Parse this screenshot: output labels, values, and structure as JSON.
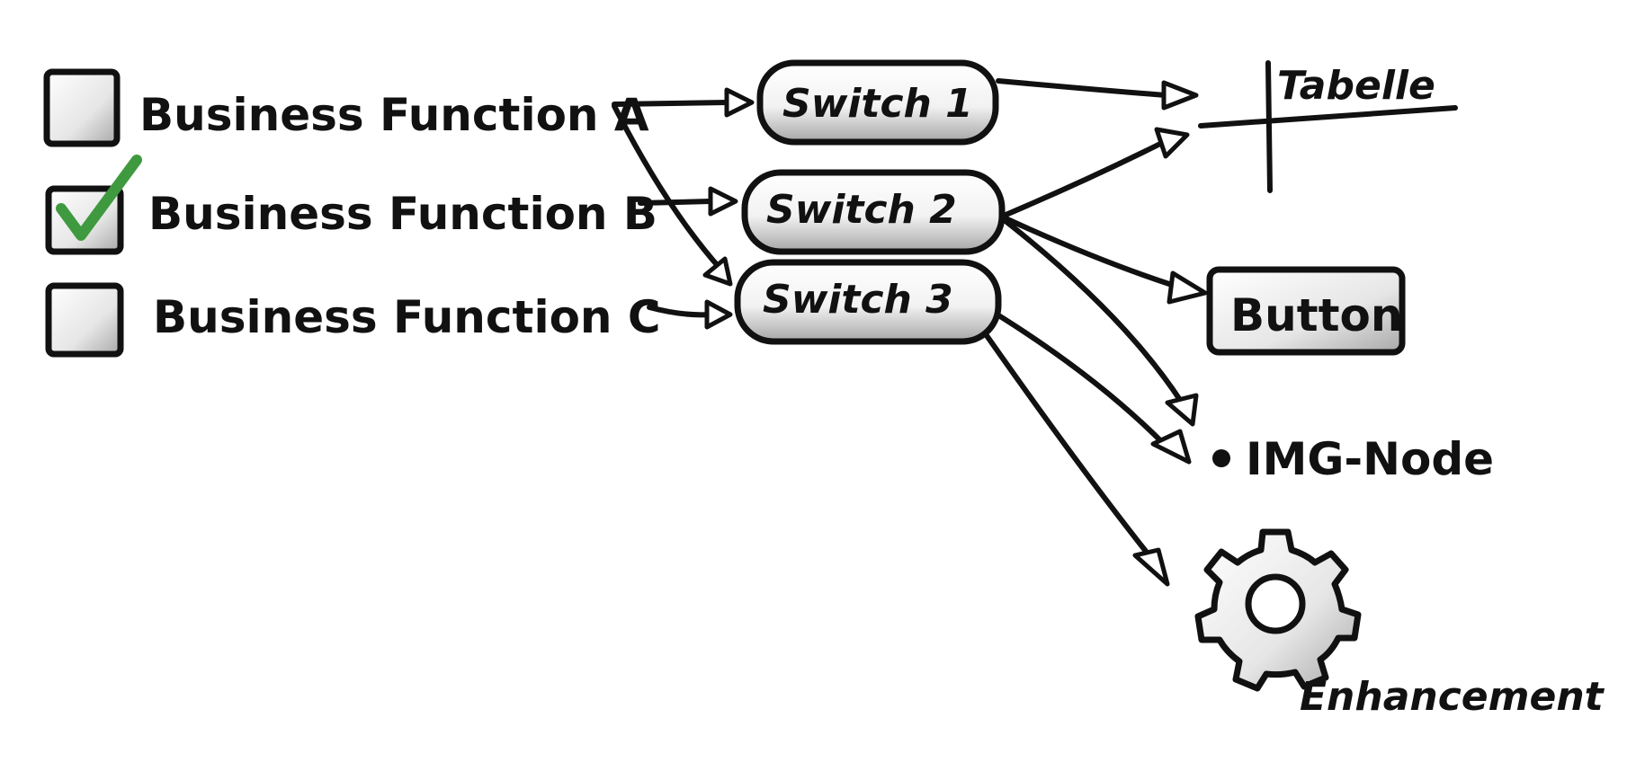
{
  "business_functions": [
    {
      "label": "Business Function A",
      "checked": false
    },
    {
      "label": "Business Function B",
      "checked": true
    },
    {
      "label": "Business Function C",
      "checked": false
    }
  ],
  "switches": [
    {
      "label": "Switch 1"
    },
    {
      "label": "Switch 2"
    },
    {
      "label": "Switch 3"
    }
  ],
  "targets": {
    "table_label": "Tabelle",
    "button_label": "Button",
    "img_node_label": "IMG-Node",
    "enhancement_label": "Enhancement"
  },
  "colors": {
    "ink": "#111111",
    "check": "#3f9a3f",
    "shadow": "#9a9a9a"
  },
  "icons": {
    "checkbox": "checkbox-icon",
    "checkmark": "checkmark-icon",
    "gear": "gear-icon",
    "dot": "bullet-dot-icon"
  }
}
